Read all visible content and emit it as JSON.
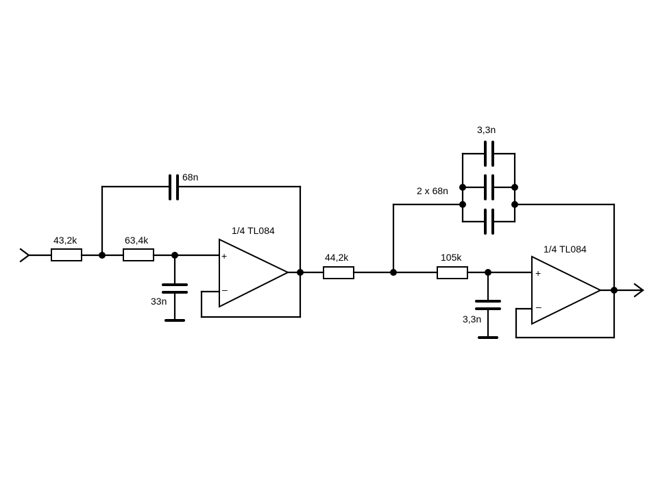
{
  "diagram": {
    "components": {
      "r1": {
        "value": "43,2k"
      },
      "r2": {
        "value": "63,4k"
      },
      "c_feedback1": {
        "value": "68n"
      },
      "c_ground1": {
        "value": "33n"
      },
      "opamp1": {
        "label": "1/4 TL084",
        "plus": "+",
        "minus": "–"
      },
      "r3": {
        "value": "44,2k"
      },
      "c_feedback2_top": {
        "value": "3,3n"
      },
      "c_feedback2_pair": {
        "value": "2 x 68n"
      },
      "r4": {
        "value": "105k"
      },
      "c_ground2": {
        "value": "3,3n"
      },
      "opamp2": {
        "label": "1/4 TL084",
        "plus": "+",
        "minus": "–"
      }
    }
  }
}
